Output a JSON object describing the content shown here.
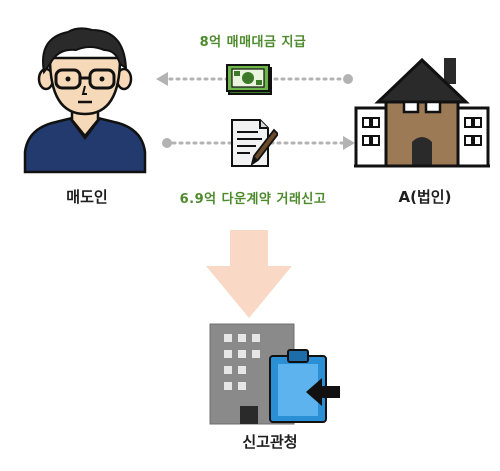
{
  "diagram": {
    "top_arrow_label": "8억 매매대금 지급",
    "bottom_arrow_label": "6.9억 다운계약 거래신고",
    "seller_label": "매도인",
    "buyer_label": "A(법인)",
    "office_label": "신고관청"
  },
  "colors": {
    "arrow_text": "#4d8a2c",
    "down_arrow": "#f9d9c6",
    "sweater": "#233a6e",
    "house": "#9b7a55",
    "clipboard": "#2b8fd6"
  },
  "icons": {
    "seller": "man-with-glasses-icon",
    "buyer": "house-icon",
    "money": "banknote-icon",
    "document": "document-pen-icon",
    "office": "office-building-icon"
  }
}
